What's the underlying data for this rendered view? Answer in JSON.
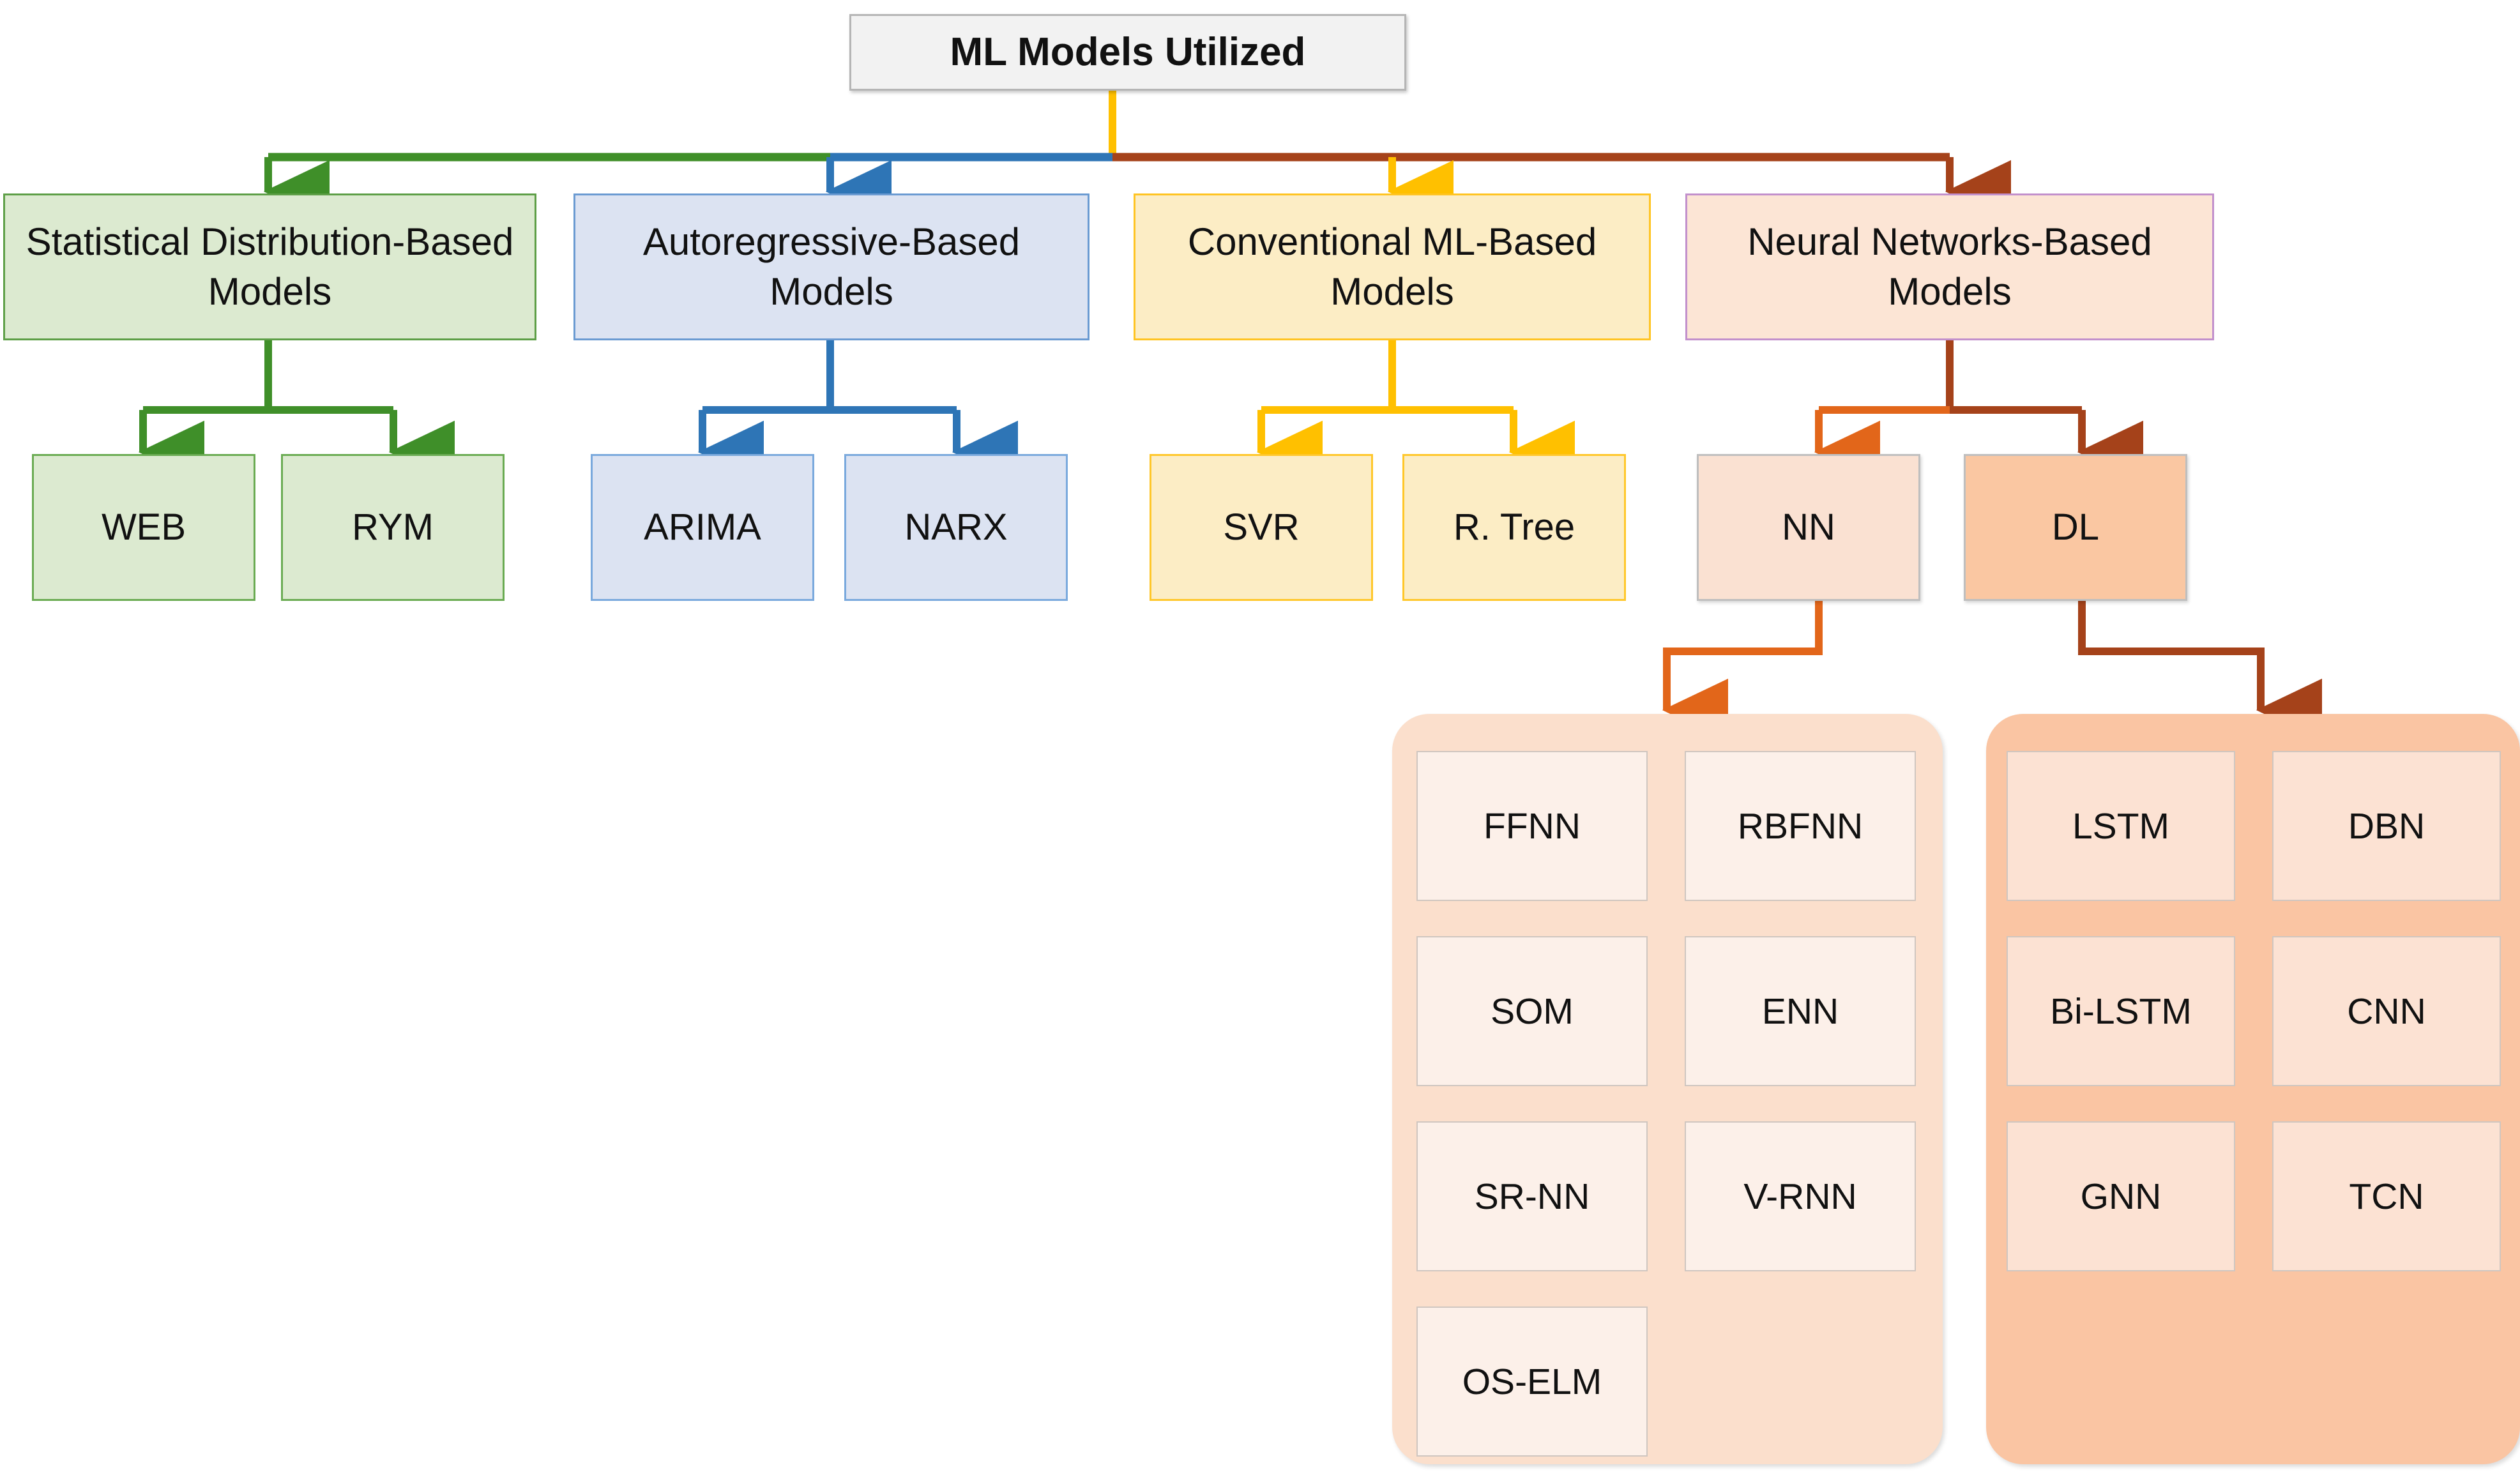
{
  "diagram": {
    "title": "ML Models Utilized",
    "root": {
      "label": "ML Models Utilized"
    },
    "categories": [
      {
        "id": "statistical",
        "label": "Statistical Distribution-Based Models",
        "color": "#5e9f47",
        "fill": "#dcead0"
      },
      {
        "id": "autoregressive",
        "label": "Autoregressive-Based Models",
        "color": "#3f7cc4",
        "fill": "#dce3f2"
      },
      {
        "id": "conventional",
        "label": "Conventional ML-Based Models",
        "color": "#ffc000",
        "fill": "#fcedc5"
      },
      {
        "id": "neural",
        "label": "Neural Networks-Based Models",
        "color": "#a5421a",
        "fill": "#fce5d5"
      }
    ],
    "leaves": {
      "statistical": [
        {
          "label": "WEB"
        },
        {
          "label": "RYM"
        }
      ],
      "autoregressive": [
        {
          "label": "ARIMA"
        },
        {
          "label": "NARX"
        }
      ],
      "conventional": [
        {
          "label": "SVR"
        },
        {
          "label": "R. Tree"
        }
      ],
      "neural": [
        {
          "label": "NN"
        },
        {
          "label": "DL"
        }
      ]
    },
    "groups": {
      "nn": {
        "parent": "NN",
        "accent": "#e2661a",
        "cells": [
          {
            "label": "FFNN"
          },
          {
            "label": "RBFNN"
          },
          {
            "label": "SOM"
          },
          {
            "label": "ENN"
          },
          {
            "label": "SR-NN"
          },
          {
            "label": "V-RNN"
          },
          {
            "label": "OS-ELM"
          }
        ]
      },
      "dl": {
        "parent": "DL",
        "accent": "#a5421a",
        "cells": [
          {
            "label": "LSTM"
          },
          {
            "label": "DBN"
          },
          {
            "label": "Bi-LSTM"
          },
          {
            "label": "CNN"
          },
          {
            "label": "GNN"
          },
          {
            "label": "TCN"
          }
        ]
      }
    },
    "colors": {
      "green": "#3f8f29",
      "blue": "#2e75b6",
      "yellow": "#ffc000",
      "darkred": "#a5421a",
      "orange": "#e2661a",
      "title_border": "#b5b5b5",
      "title_fill": "#f2f2f2"
    }
  }
}
